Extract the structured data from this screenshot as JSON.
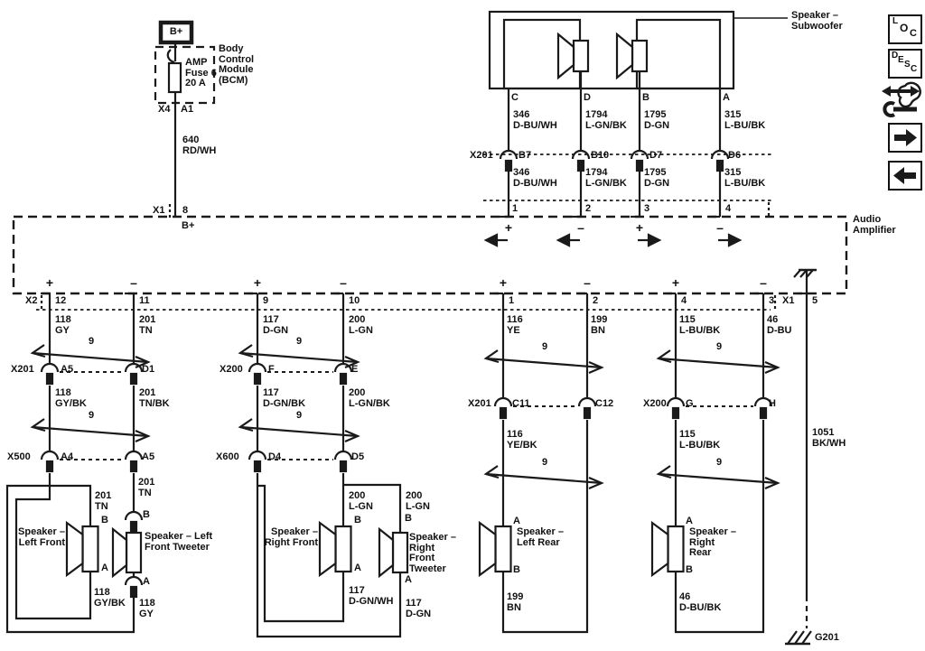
{
  "power": {
    "bplus_box": "B+",
    "fuse": "AMP\nFuse 6\n20 A",
    "bcm": "Body\nControl\nModule\n(BCM)",
    "x4": "X4",
    "a1": "A1",
    "wire_640": "640\nRD/WH",
    "x1": "X1",
    "pin_8": "8",
    "bplus_wire": "B+"
  },
  "subwoofer": {
    "label": "Speaker –\nSubwoofer",
    "pin_c": "C",
    "pin_d": "D",
    "pin_b": "B",
    "pin_a": "A",
    "wire_c": "346\nD-BU/WH",
    "wire_d": "1794\nL-GN/BK",
    "wire_b": "1795\nD-GN",
    "wire_a": "315\nL-BU/BK",
    "conn": "X201",
    "cp1": "B7",
    "cp2": "B10",
    "cp3": "D7",
    "cp4": "D6",
    "w2_c": "346\nD-BU/WH",
    "w2_d": "1794\nL-GN/BK",
    "w2_b": "1795\nD-GN",
    "w2_a": "315\nL-BU/BK",
    "ap1": "1",
    "ap2": "2",
    "ap3": "3",
    "ap4": "4",
    "s1": "+",
    "s2": "–",
    "s3": "+",
    "s4": "–"
  },
  "amplifier": {
    "label": "Audio\nAmplifier",
    "x2": "X2",
    "x1": "X1",
    "pin5": "5",
    "p12": "12",
    "p11": "11",
    "p9": "9",
    "p10": "10",
    "p1": "1",
    "p2": "2",
    "p4": "4",
    "p3": "3",
    "s12": "+",
    "s11": "–",
    "s9": "+",
    "s10": "–",
    "s1": "+",
    "s2": "–",
    "s4": "+",
    "s3": "–"
  },
  "twist_label": "9",
  "left_front": {
    "w_top1": "118\nGY",
    "w_top2": "201\nTN",
    "conn1": "X201",
    "c1a": "A5",
    "c1b": "D1",
    "w_mid1": "118\nGY/BK",
    "w_mid2": "201\nTN/BK",
    "conn2": "X500",
    "c2a": "A4",
    "c2b": "A5",
    "w_tw_top": "201\nTN",
    "w_link_top": "201\nTN",
    "spk_label": "Speaker –\nLeft Front",
    "spk_b": "B",
    "spk_a": "A",
    "tw_label": "Speaker – Left\nFront Tweeter",
    "tw_b": "B",
    "tw_a": "A",
    "w_link_bot": "118\nGY/BK",
    "w_tw_bot": "118\nGY"
  },
  "right_front": {
    "w_top1": "117\nD-GN",
    "w_top2": "200\nL-GN",
    "conn1": "X200",
    "c1a": "F",
    "c1b": "E",
    "w_mid1": "117\nD-GN/BK",
    "w_mid2": "200\nL-GN/BK",
    "conn2": "X600",
    "c2a": "D4",
    "c2b": "D5",
    "w_wf_top": "200\nL-GN",
    "w_tw_top": "200\nL-GN",
    "spk_label": "Speaker –\nRight Front",
    "spk_b": "B",
    "spk_a": "A",
    "tw_label": "Speaker –\nRight\nFront\nTweeter",
    "tw_b": "B",
    "tw_a": "A",
    "w_wf_bot": "117\nD-GN/WH",
    "w_tw_bot": "117\nD-GN"
  },
  "left_rear": {
    "w_top1": "116\nYE",
    "w_top2": "199\nBN",
    "conn": "X201",
    "ca": "C11",
    "cb": "C12",
    "w_mid": "116\nYE/BK",
    "spk_label": "Speaker –\nLeft Rear",
    "pin_a": "A",
    "pin_b": "B",
    "w_bot": "199\nBN"
  },
  "right_rear": {
    "w_top1": "115\nL-BU/BK",
    "w_top2": "46\nD-BU",
    "conn": "X200",
    "ca": "G",
    "cb": "H",
    "w_mid": "115\nL-BU/BK",
    "spk_label": "Speaker –\nRight\nRear",
    "pin_a": "A",
    "pin_b": "B",
    "w_bot": "46\nD-BU/BK"
  },
  "ground": {
    "wire": "1051\nBK/WH",
    "name": "G201"
  },
  "icons": {
    "loc_l": "L",
    "loc_o": "O",
    "loc_c": "C",
    "desc_d": "D",
    "desc_e": "E",
    "desc_s": "S",
    "desc_c": "C"
  }
}
